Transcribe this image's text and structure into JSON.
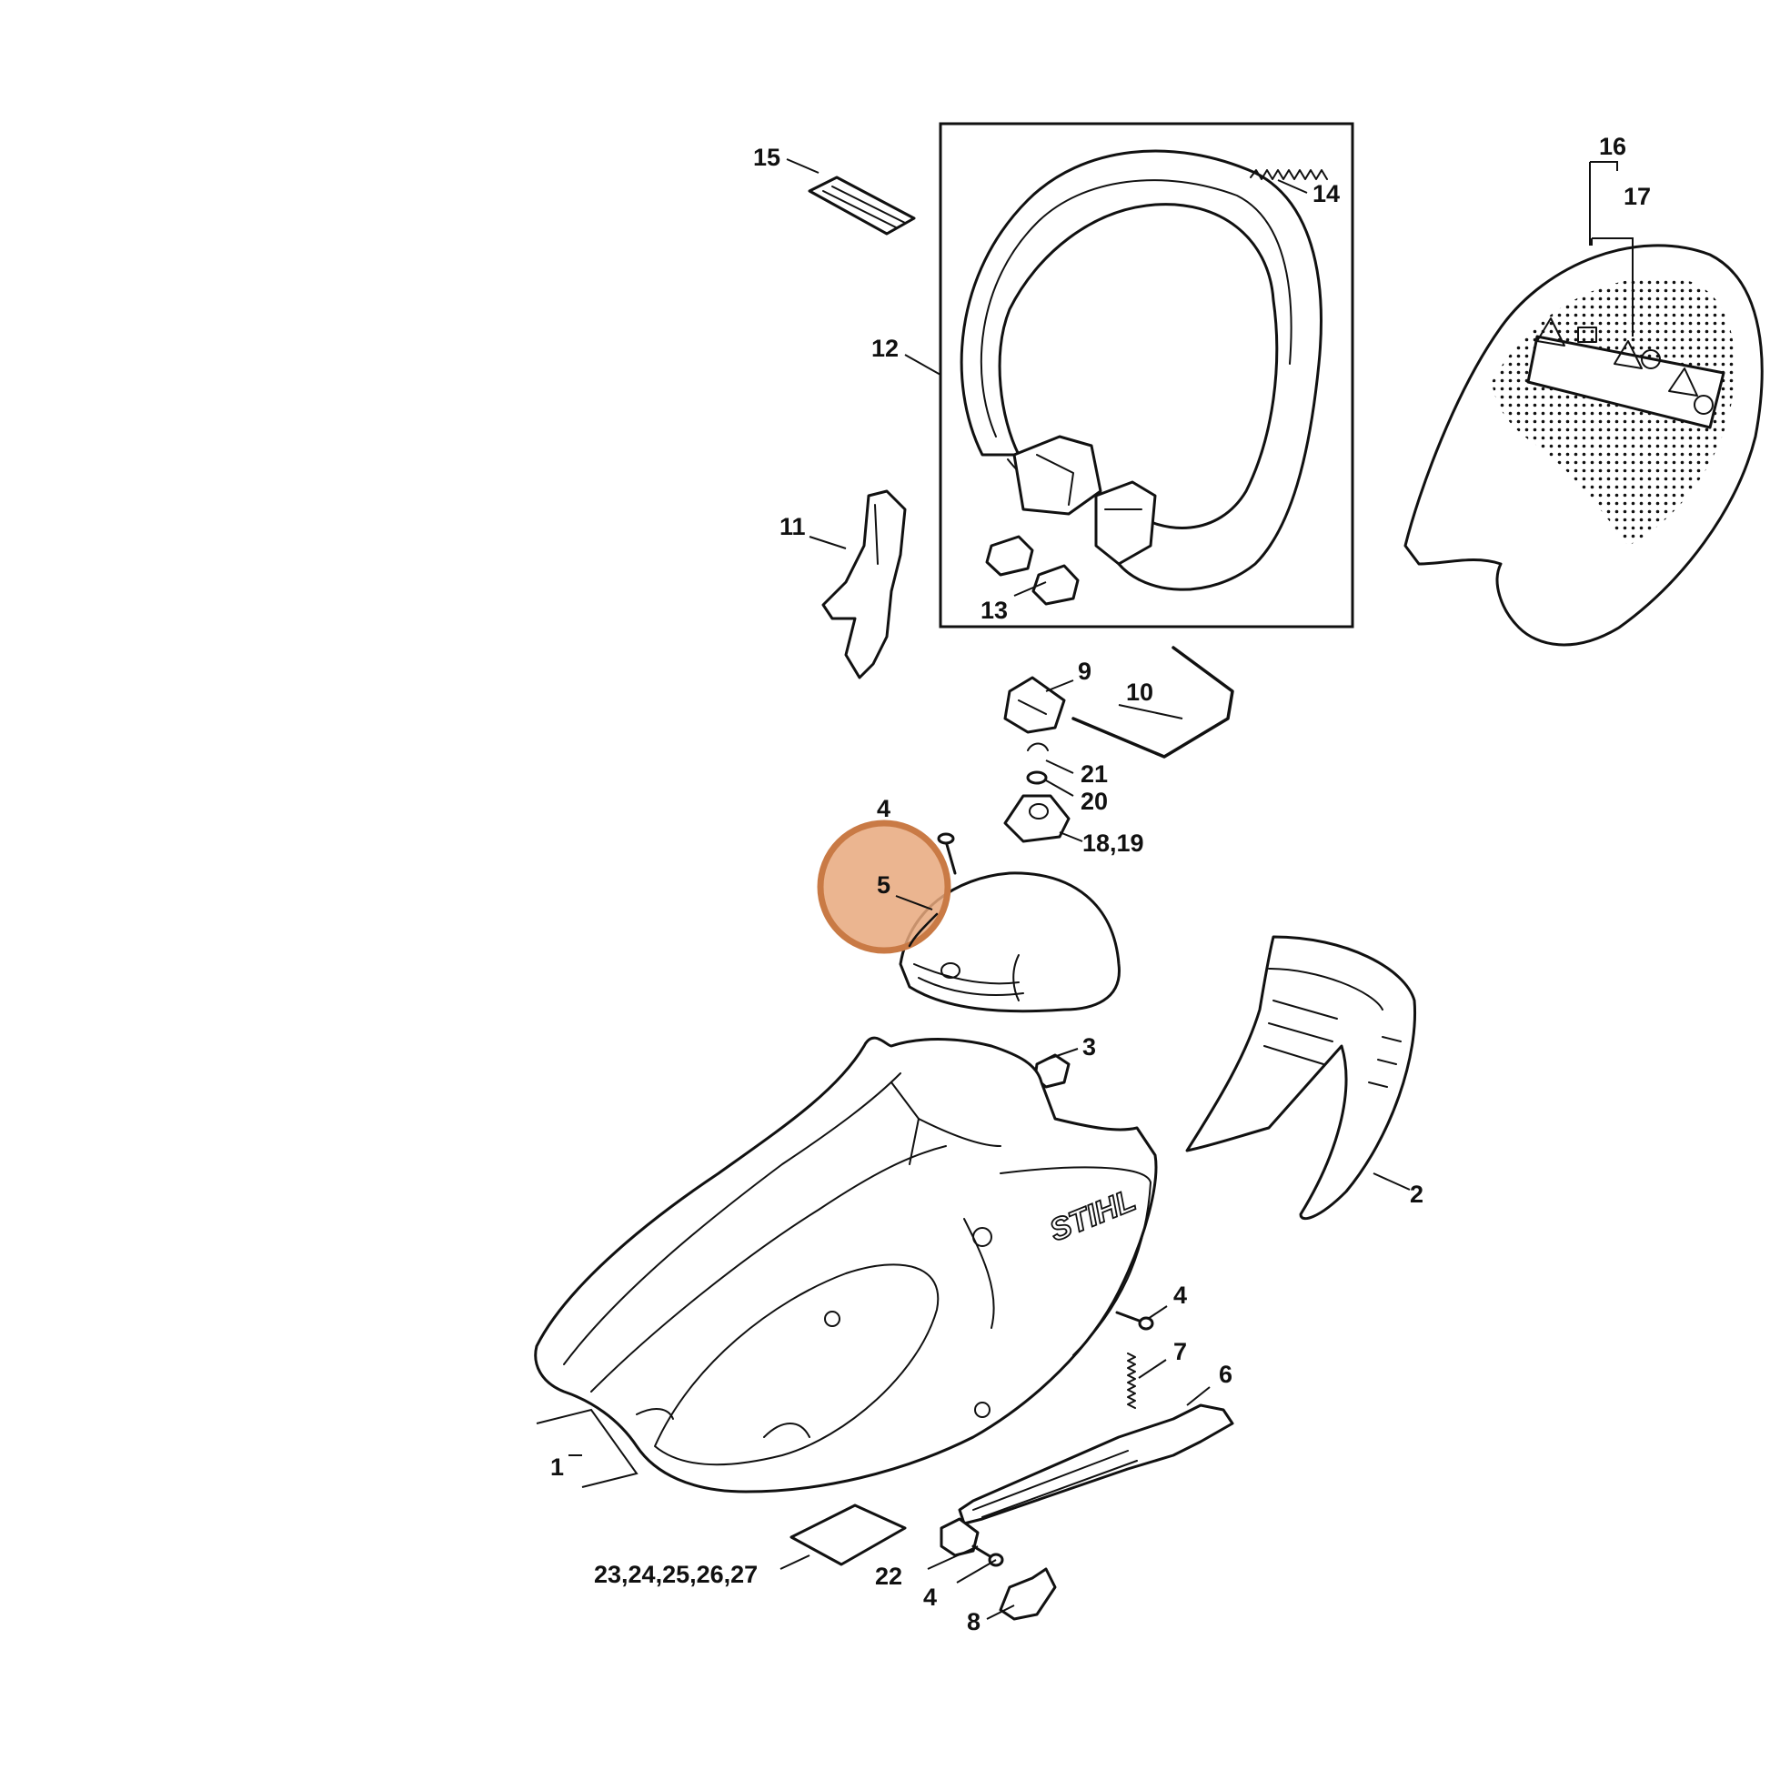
{
  "diagram": {
    "brand_logo": "STIHL",
    "highlight_color": "#e8a87c",
    "highlight_border_color": "#c97a45",
    "line_color": "#111111",
    "labels": [
      {
        "id": "1",
        "text": "1"
      },
      {
        "id": "2",
        "text": "2"
      },
      {
        "id": "3",
        "text": "3"
      },
      {
        "id": "4a",
        "text": "4"
      },
      {
        "id": "4b",
        "text": "4"
      },
      {
        "id": "4c",
        "text": "4"
      },
      {
        "id": "5",
        "text": "5"
      },
      {
        "id": "6",
        "text": "6"
      },
      {
        "id": "7",
        "text": "7"
      },
      {
        "id": "8",
        "text": "8"
      },
      {
        "id": "9",
        "text": "9"
      },
      {
        "id": "10",
        "text": "10"
      },
      {
        "id": "11",
        "text": "11"
      },
      {
        "id": "12",
        "text": "12"
      },
      {
        "id": "13",
        "text": "13"
      },
      {
        "id": "14",
        "text": "14"
      },
      {
        "id": "15",
        "text": "15"
      },
      {
        "id": "16",
        "text": "16"
      },
      {
        "id": "17",
        "text": "17"
      },
      {
        "id": "18_19",
        "text": "18,19"
      },
      {
        "id": "20",
        "text": "20"
      },
      {
        "id": "21",
        "text": "21"
      },
      {
        "id": "22",
        "text": "22"
      },
      {
        "id": "23_27",
        "text": "23,24,25,26,27"
      }
    ]
  }
}
